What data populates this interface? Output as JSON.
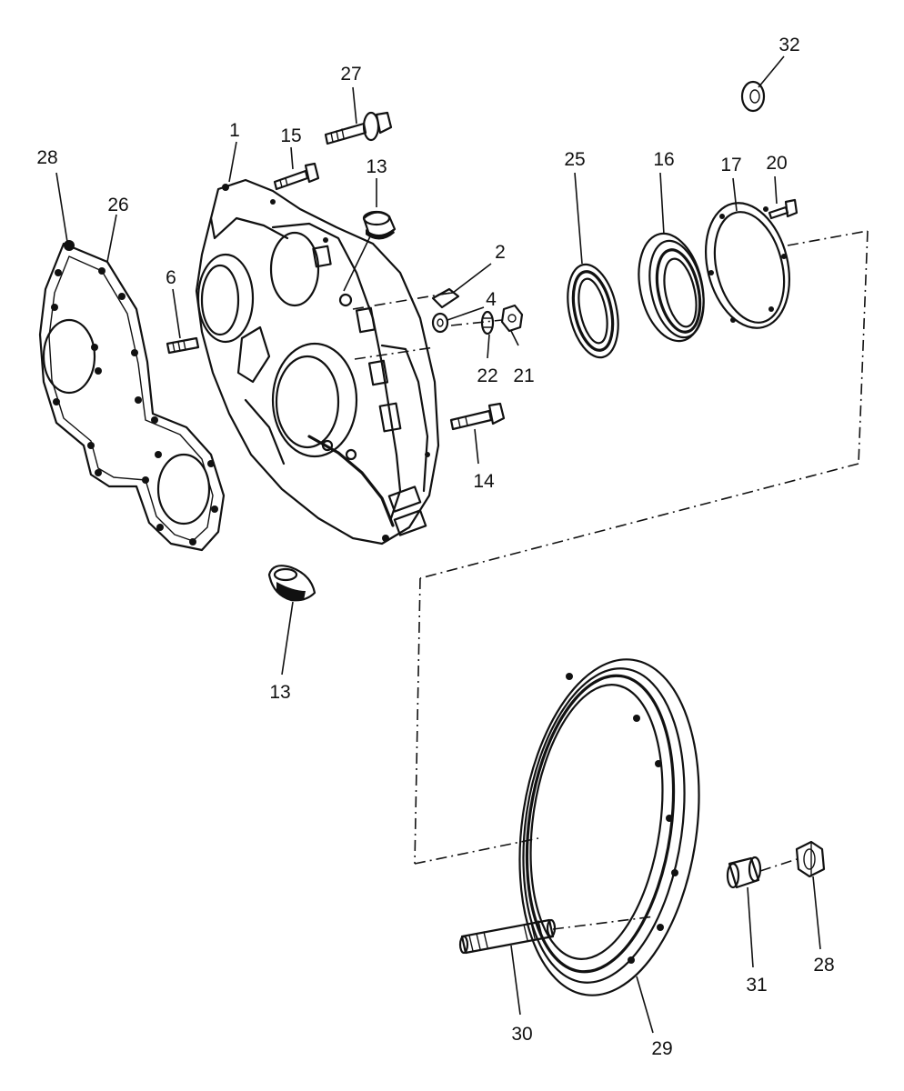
{
  "callouts": {
    "c1": "1",
    "c2": "2",
    "c4": "4",
    "c6": "6",
    "c13a": "13",
    "c13b": "13",
    "c14": "14",
    "c15": "15",
    "c16": "16",
    "c17": "17",
    "c20": "20",
    "c21": "21",
    "c22": "22",
    "c25": "25",
    "c26": "26",
    "c27": "27",
    "c28a": "28",
    "c28b": "28",
    "c29": "29",
    "c30": "30",
    "c31": "31",
    "c32": "32"
  }
}
